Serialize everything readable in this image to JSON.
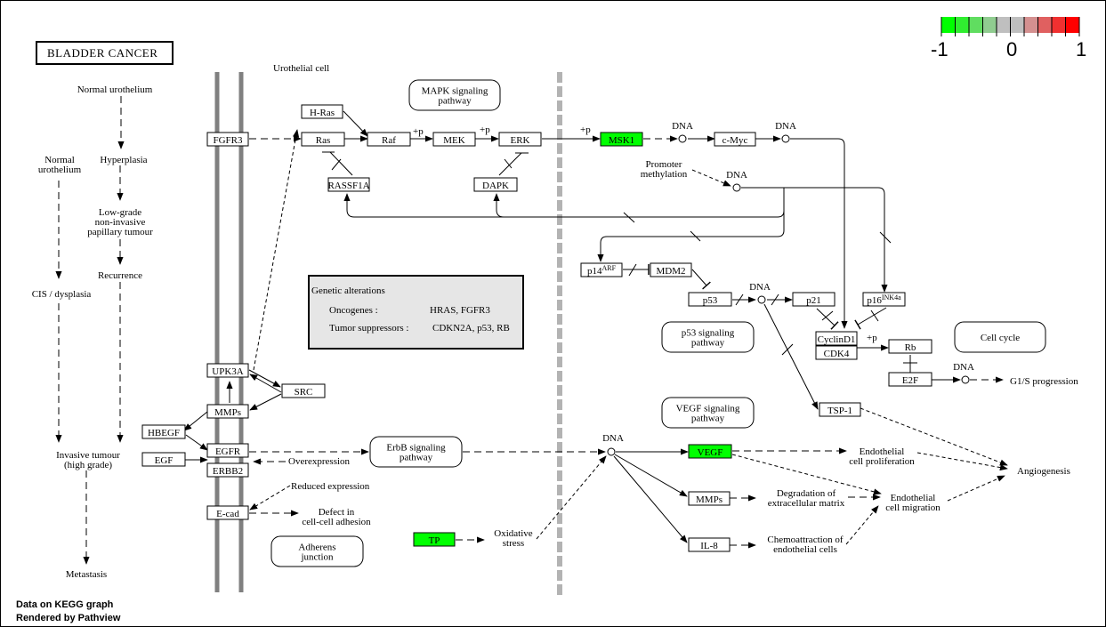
{
  "title": "BLADDER CANCER",
  "cell_label": "Urothelial cell",
  "footer": [
    "Data on KEGG graph",
    "Rendered by Pathview"
  ],
  "legend": {
    "min_label": "-1",
    "mid_label": "0",
    "max_label": "1",
    "colors": [
      "#00ff00",
      "#30ee30",
      "#60dd60",
      "#90cc90",
      "#bfbfbf",
      "#bfbfbf",
      "#d49090",
      "#e06060",
      "#f03030",
      "#ff0000"
    ]
  },
  "colors": {
    "down_regulated": "#00ff00",
    "no_data": "#ffffff"
  },
  "progression": [
    {
      "id": "normal_uro1",
      "label": [
        "Normal urothelium"
      ]
    },
    {
      "id": "hyperplasia",
      "label": [
        "Hyperplasia"
      ]
    },
    {
      "id": "normal_uro2",
      "label": [
        "Normal",
        "urothelium"
      ]
    },
    {
      "id": "lowgrade",
      "label": [
        "Low-grade",
        "non-invasive",
        "papillary tumour"
      ]
    },
    {
      "id": "recurrence",
      "label": [
        "Recurrence"
      ]
    },
    {
      "id": "cis",
      "label": [
        "CIS / dysplasia"
      ]
    },
    {
      "id": "invasive",
      "label": [
        "Invasive tumour",
        "(high grade)"
      ]
    },
    {
      "id": "metastasis",
      "label": [
        "Metastasis"
      ]
    }
  ],
  "genes": [
    {
      "id": "FGFR3",
      "label": "FGFR3",
      "value": null
    },
    {
      "id": "HRas",
      "label": "H-Ras",
      "value": null
    },
    {
      "id": "Ras",
      "label": "Ras",
      "value": null
    },
    {
      "id": "Raf",
      "label": "Raf",
      "value": null
    },
    {
      "id": "MEK",
      "label": "MEK",
      "value": null
    },
    {
      "id": "ERK",
      "label": "ERK",
      "value": null
    },
    {
      "id": "RASSF1A",
      "label": "RASSF1A",
      "value": null
    },
    {
      "id": "DAPK",
      "label": "DAPK",
      "value": null
    },
    {
      "id": "MSK1",
      "label": "MSK1",
      "value": -1
    },
    {
      "id": "cMyc",
      "label": "c-Myc",
      "value": null
    },
    {
      "id": "p14",
      "label": "p14",
      "sup": "ARF",
      "value": null
    },
    {
      "id": "MDM2",
      "label": "MDM2",
      "value": null
    },
    {
      "id": "p53",
      "label": "p53",
      "value": null
    },
    {
      "id": "p21",
      "label": "p21",
      "value": null
    },
    {
      "id": "p16",
      "label": "p16",
      "sup": "INK4a",
      "value": null
    },
    {
      "id": "CyclinD1",
      "label": "CyclinD1",
      "value": null
    },
    {
      "id": "CDK4",
      "label": "CDK4",
      "value": null
    },
    {
      "id": "Rb",
      "label": "Rb",
      "value": null
    },
    {
      "id": "E2F",
      "label": "E2F",
      "value": null
    },
    {
      "id": "TSP1",
      "label": "TSP-1",
      "value": null
    },
    {
      "id": "UPK3A",
      "label": "UPK3A",
      "value": null
    },
    {
      "id": "SRC",
      "label": "SRC",
      "value": null
    },
    {
      "id": "MMPs1",
      "label": "MMPs",
      "value": null
    },
    {
      "id": "HBEGF",
      "label": "HBEGF",
      "value": null
    },
    {
      "id": "EGFR",
      "label": "EGFR",
      "value": null
    },
    {
      "id": "EGF",
      "label": "EGF",
      "value": null
    },
    {
      "id": "ERBB2",
      "label": "ERBB2",
      "value": null
    },
    {
      "id": "Ecad",
      "label": "E-cad",
      "value": null
    },
    {
      "id": "TP",
      "label": "TP",
      "value": -1
    },
    {
      "id": "VEGF",
      "label": "VEGF",
      "value": -1
    },
    {
      "id": "MMPs2",
      "label": "MMPs",
      "value": null
    },
    {
      "id": "IL8",
      "label": "IL-8",
      "value": null
    }
  ],
  "pathways": [
    {
      "id": "mapk",
      "label": [
        "MAPK signaling",
        "pathway"
      ]
    },
    {
      "id": "p53path",
      "label": [
        "p53 signaling",
        "pathway"
      ]
    },
    {
      "id": "cellcycle",
      "label": [
        "Cell cycle"
      ]
    },
    {
      "id": "vegfpath",
      "label": [
        "VEGF signaling",
        "pathway"
      ]
    },
    {
      "id": "erbb",
      "label": [
        "ErbB signaling",
        "pathway"
      ]
    },
    {
      "id": "adherens",
      "label": [
        "Adherens",
        "junction"
      ]
    }
  ],
  "genetic_alterations": {
    "title": "Genetic alterations",
    "rows": [
      {
        "key": "Oncogenes :",
        "value": "HRAS, FGFR3"
      },
      {
        "key": "Tumor suppressors :",
        "value": "CDKN2A, p53, RB"
      }
    ]
  },
  "annotations": {
    "dna": "DNA",
    "plus_p": "+p",
    "promoter_methylation": [
      "Promoter",
      "methylation"
    ],
    "g1s": "G1/S progression",
    "overexpression": "Overexpression",
    "reduced_expression": "Reduced expression",
    "defect_adhesion": [
      "Defect in",
      "cell-cell adhesion"
    ],
    "oxidative_stress": [
      "Oxidative",
      "stress"
    ],
    "endo_prolif": [
      "Endothelial",
      "cell proliferation"
    ],
    "degradation": [
      "Degradation of",
      "extracellular matrix"
    ],
    "chemoattraction": [
      "Chemoattraction of",
      "endothelial cells"
    ],
    "endo_migration": [
      "Endothelial",
      "cell migration"
    ],
    "angiogenesis": "Angiogenesis"
  }
}
